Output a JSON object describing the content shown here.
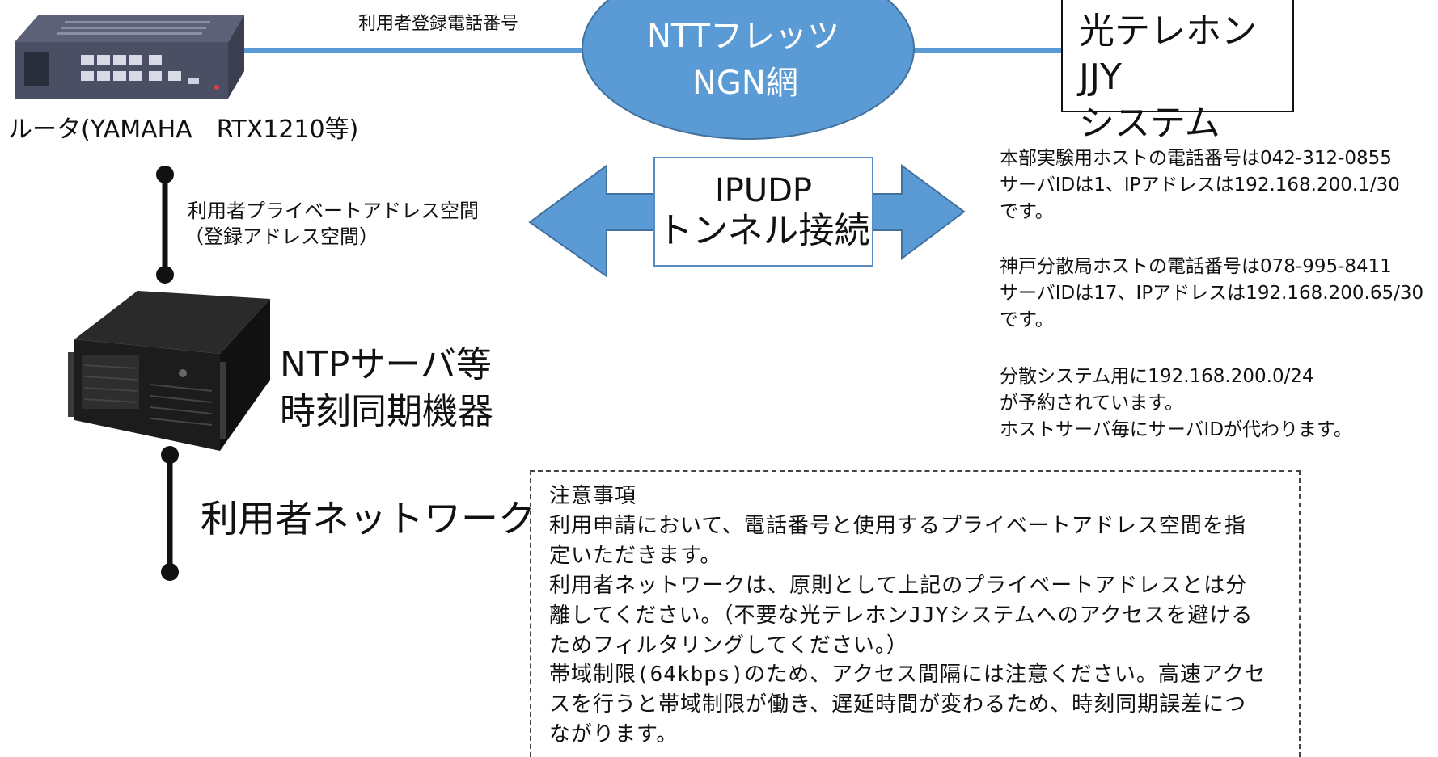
{
  "router": {
    "label": "ルータ(YAMAHA　RTX1210等)",
    "brand": "YAMAHA",
    "model": "RTX1210"
  },
  "router_link_label": "利用者登録電話番号",
  "ngn": {
    "line1": "NTTフレッツ",
    "line2": "NGN網"
  },
  "system": {
    "line1": "光テレホンJJY",
    "line2": "システム"
  },
  "tunnel": {
    "line1": "IPUDP",
    "line2": "トンネル接続"
  },
  "private_space": {
    "line1": "利用者プライベートアドレス空間",
    "line2": "（登録アドレス空間）"
  },
  "ntp": {
    "line1": "NTPサーバ等",
    "line2": "時刻同期機器"
  },
  "user_network": "利用者ネットワーク",
  "info": {
    "honbu_1": "本部実験用ホストの電話番号は042-312-0855",
    "honbu_2": "サーバIDは1、IPアドレスは192.168.200.1/30",
    "honbu_3": "です。",
    "kobe_1": "神戸分散局ホストの電話番号は078-995-8411",
    "kobe_2": "サーバIDは17、IPアドレスは192.168.200.65/30",
    "kobe_3": "です。",
    "bunsan_1": "分散システム用に192.168.200.0/24",
    "bunsan_2": "が予約されています。",
    "bunsan_3": "ホストサーバ毎にサーバIDが代わります。"
  },
  "notes": {
    "title": "注意事項",
    "line1": "利用申請において、電話番号と使用するプライベートアドレス空間を指",
    "line2": "定いただきます。",
    "line3": "利用者ネットワークは、原則として上記のプライベートアドレスとは分",
    "line4": "離してください。（不要な光テレホンJJYシステムへのアクセスを避ける",
    "line5": "ためフィルタリングしてください。）",
    "line6": "帯域制限(64kbps)のため、アクセス間隔には注意ください。高速アクセ",
    "line7": "スを行うと帯域制限が働き、遅延時間が変わるため、時刻同期誤差につ",
    "line8": "ながります。"
  },
  "colors": {
    "link": "#5b9bd5",
    "ellipse_fill": "#5b9bd5",
    "ellipse_stroke": "#41719c",
    "arrow_fill": "#5b9bd5",
    "device_body": "#4a4f63",
    "server_body": "#1c1c1c"
  },
  "icons": [
    "router-device-icon",
    "rack-server-icon"
  ]
}
